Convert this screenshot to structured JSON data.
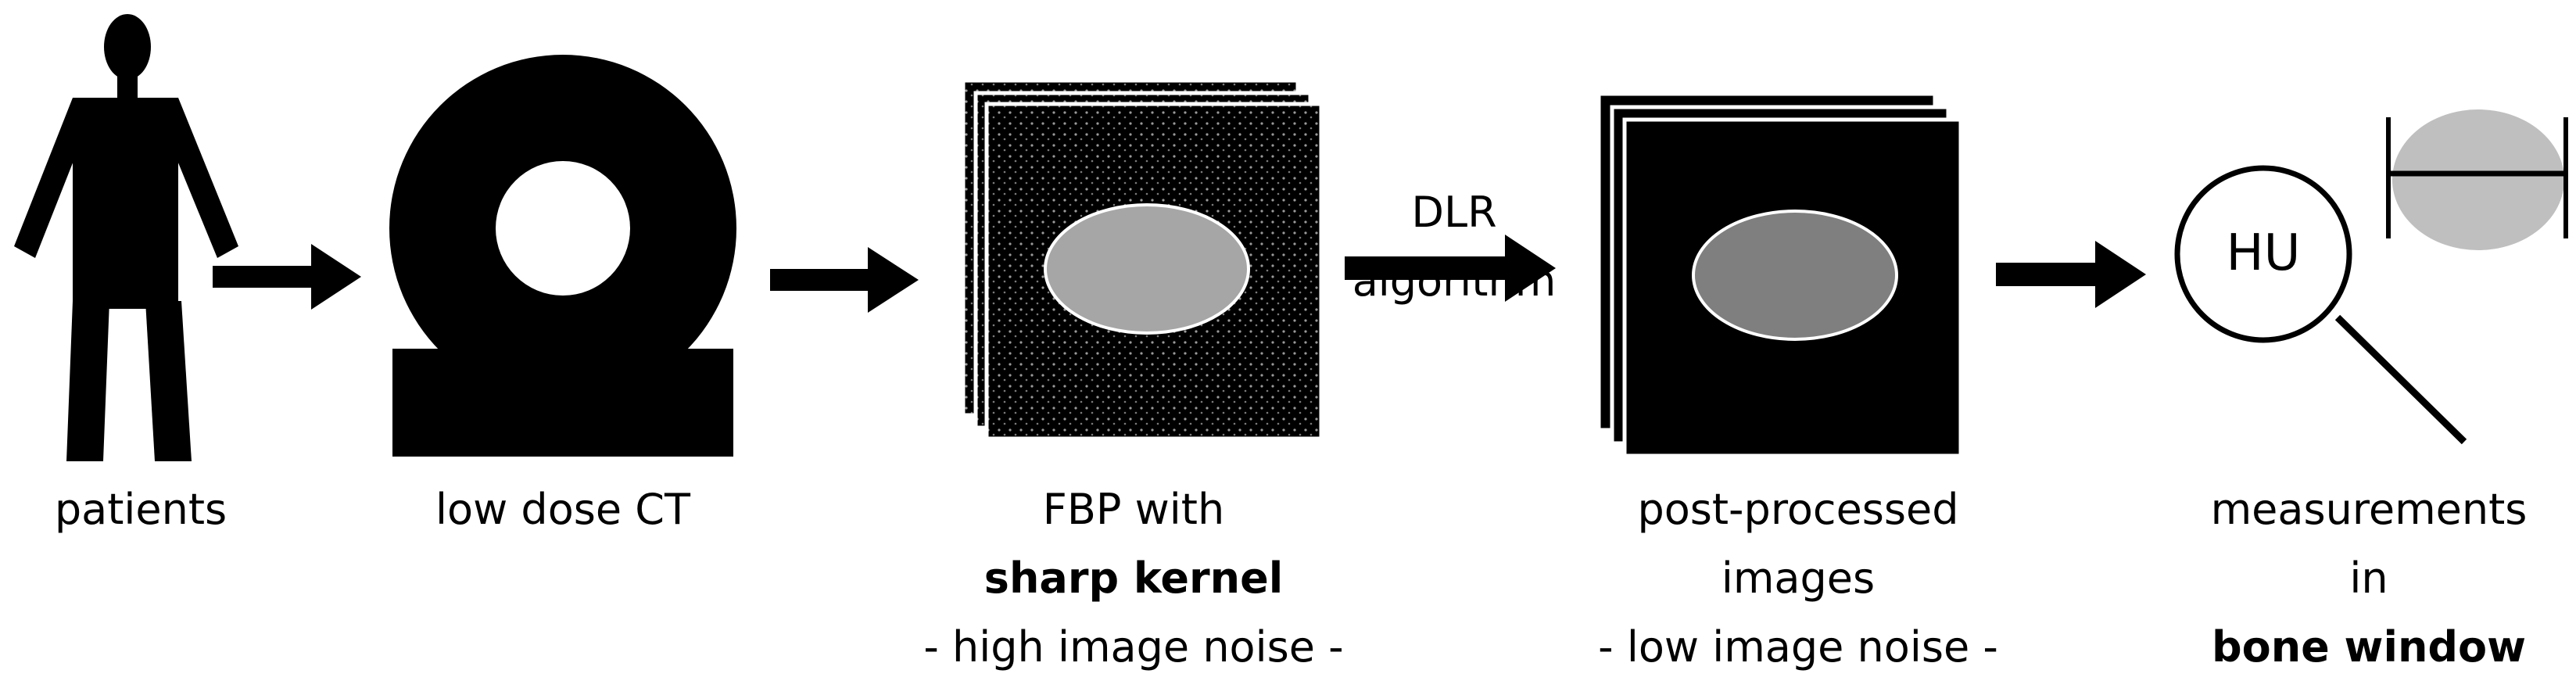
{
  "steps": {
    "patients": {
      "label": "patients"
    },
    "scanner": {
      "label": "low dose CT"
    },
    "fbp": {
      "line1": "FBP with",
      "line2": "sharp kernel",
      "line3": "- high image noise -"
    },
    "dlr": {
      "line1": "DLR",
      "line2": "algorithm"
    },
    "postprocessed": {
      "line1": "post-processed",
      "line2": "images",
      "line3": "- low image noise -"
    },
    "measurements": {
      "magnifier_text": "HU",
      "line1": "measurements",
      "line2": "in",
      "line3": "bone window"
    }
  },
  "colors": {
    "ink": "#000000",
    "lesion_noisy": "#a6a6a6",
    "lesion_denoised": "#7f7f7f",
    "lesion_measured": "#bfbfbf",
    "outline": "#ffffff"
  }
}
